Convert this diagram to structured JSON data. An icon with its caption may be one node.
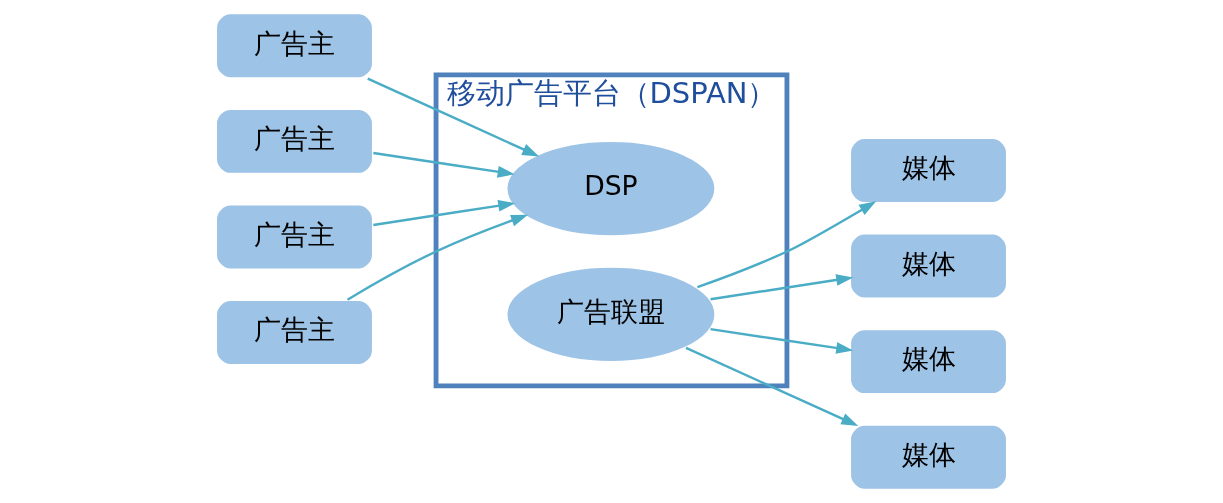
{
  "diagram": {
    "nodes": [
      {
        "text": [
          "广告主"
        ]
      },
      {
        "text": [
          "广告主"
        ]
      },
      {
        "text": [
          "广告主"
        ]
      },
      {
        "text": [
          "广告主"
        ]
      },
      {
        "text": [
          "移动广告平台（DSPAN）"
        ]
      },
      {
        "text": [
          "DSP"
        ],
        "in": 4
      },
      {
        "text": [
          "广告联盟"
        ],
        "in": 4
      },
      {
        "text": [
          "媒体"
        ]
      },
      {
        "text": [
          "媒体"
        ]
      },
      {
        "text": [
          "媒体"
        ]
      },
      {
        "text": [
          "媒体"
        ]
      }
    ],
    "edges": [
      {
        "from": 0,
        "to": 5,
        "arrow": "to"
      },
      {
        "from": 1,
        "to": 5,
        "arrow": "to"
      },
      {
        "from": 2,
        "to": 5,
        "arrow": "to"
      },
      {
        "from": 3,
        "to": 5,
        "arrow": "to"
      },
      {
        "from": 6,
        "to": 7,
        "arrow": "to"
      },
      {
        "from": 6,
        "to": 8,
        "arrow": "to"
      },
      {
        "from": 6,
        "to": 9,
        "arrow": "to"
      },
      {
        "from": 6,
        "to": 10,
        "arrow": "to"
      }
    ]
  }
}
